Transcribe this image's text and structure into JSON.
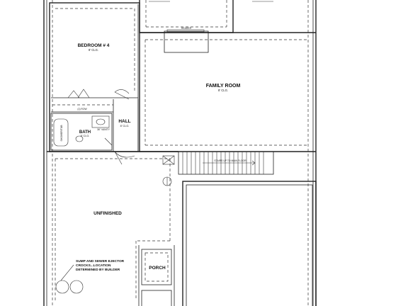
{
  "rooms": {
    "bedroom": {
      "name": "BEDROOM # 4",
      "clg": "8' CLG."
    },
    "family": {
      "name": "FAMILY ROOM",
      "clg": "8' CLG."
    },
    "bath": {
      "name": "BATH",
      "clg": "8' CLG."
    },
    "hall": {
      "name": "HALL",
      "clg": "8' CLG."
    },
    "unfinished": {
      "name": "UNFINISHED"
    },
    "porch": {
      "name": "PORCH"
    }
  },
  "notes": {
    "shelf": "(1) ROW",
    "vanity": "36\" VANITY",
    "tub": "SHOWER/TUB",
    "stairs": "STAIRS UP TO MAIN FLOOR",
    "header": "HEADER",
    "sump_lines": [
      "SUMP AND SEWER EJECTOR",
      "CROCKS...LOCATION",
      "DETERMINED BY BUILDER"
    ]
  }
}
